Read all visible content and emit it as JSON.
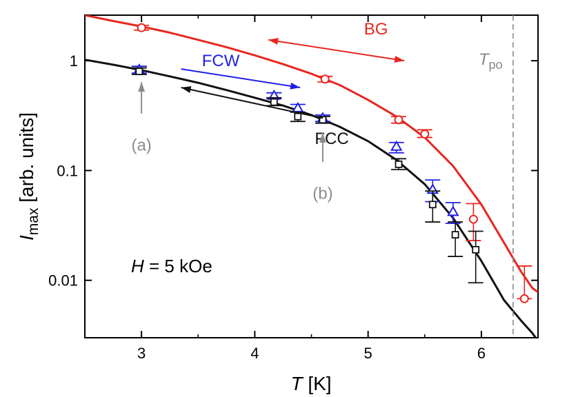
{
  "chart_data": {
    "type": "scatter",
    "xlabel": {
      "italic": "T",
      "rest": " [K]"
    },
    "ylabel": {
      "italic": "I",
      "sub": "max",
      "rest": " [arb. units]"
    },
    "xlim": [
      2.5,
      6.5
    ],
    "ylim": [
      0.003,
      2.6
    ],
    "yscale": "log",
    "grid": false,
    "x_ticks": [
      3,
      4,
      5,
      6
    ],
    "x_tick_labels": [
      "3",
      "4",
      "5",
      "6"
    ],
    "y_ticks": [
      0.01,
      0.1,
      1
    ],
    "y_tick_labels": [
      "0.01",
      "0.1",
      "1"
    ],
    "field_label": {
      "italic": "H",
      "rest": " = 5 kOe"
    },
    "tpo": {
      "x": 6.28,
      "label_main": "T",
      "label_sub": "po"
    },
    "series": [
      {
        "name": "BG",
        "color": "#e8261f",
        "marker": "circle",
        "points": [
          {
            "x": 3.0,
            "y": 2.0,
            "lo": 1.9,
            "hi": 2.1
          },
          {
            "x": 4.62,
            "y": 0.68,
            "lo": 0.64,
            "hi": 0.72
          },
          {
            "x": 5.27,
            "y": 0.29,
            "lo": 0.27,
            "hi": 0.31
          },
          {
            "x": 5.5,
            "y": 0.215,
            "lo": 0.2,
            "hi": 0.235
          },
          {
            "x": 5.93,
            "y": 0.036,
            "lo": 0.023,
            "hi": 0.05
          },
          {
            "x": 6.38,
            "y": 0.0068,
            "lo": 0.0068,
            "hi": 0.0135
          }
        ]
      },
      {
        "name": "FCW",
        "color": "#1e1ee6",
        "marker": "triangle",
        "points": [
          {
            "x": 2.98,
            "y": 0.83,
            "lo": 0.77,
            "hi": 0.89
          },
          {
            "x": 4.17,
            "y": 0.48,
            "lo": 0.45,
            "hi": 0.51
          },
          {
            "x": 4.38,
            "y": 0.37,
            "lo": 0.34,
            "hi": 0.4
          },
          {
            "x": 4.6,
            "y": 0.3,
            "lo": 0.28,
            "hi": 0.32
          },
          {
            "x": 5.25,
            "y": 0.165,
            "lo": 0.145,
            "hi": 0.18
          },
          {
            "x": 5.57,
            "y": 0.067,
            "lo": 0.052,
            "hi": 0.082
          },
          {
            "x": 5.75,
            "y": 0.042,
            "lo": 0.033,
            "hi": 0.051
          }
        ]
      },
      {
        "name": "FCC",
        "color": "#111111",
        "marker": "square",
        "points": [
          {
            "x": 2.98,
            "y": 0.8,
            "lo": 0.75,
            "hi": 0.86
          },
          {
            "x": 4.17,
            "y": 0.42,
            "lo": 0.39,
            "hi": 0.46
          },
          {
            "x": 4.38,
            "y": 0.31,
            "lo": 0.28,
            "hi": 0.34
          },
          {
            "x": 4.6,
            "y": 0.29,
            "lo": 0.27,
            "hi": 0.31
          },
          {
            "x": 5.27,
            "y": 0.114,
            "lo": 0.102,
            "hi": 0.128
          },
          {
            "x": 5.57,
            "y": 0.049,
            "lo": 0.034,
            "hi": 0.065
          },
          {
            "x": 5.77,
            "y": 0.026,
            "lo": 0.0165,
            "hi": 0.034
          },
          {
            "x": 5.95,
            "y": 0.019,
            "lo": 0.0095,
            "hi": 0.028
          }
        ]
      }
    ],
    "fits": [
      {
        "name": "BG fit",
        "color": "#e8261f",
        "x": [
          2.5,
          2.75,
          3.0,
          3.25,
          3.5,
          3.75,
          4.0,
          4.25,
          4.5,
          4.75,
          5.0,
          5.25,
          5.5,
          5.75,
          6.0,
          6.2,
          6.35,
          6.45,
          6.5
        ],
        "y": [
          2.6,
          2.3,
          2.05,
          1.8,
          1.55,
          1.33,
          1.12,
          0.93,
          0.76,
          0.6,
          0.44,
          0.31,
          0.2,
          0.11,
          0.049,
          0.022,
          0.012,
          0.0085,
          0.0078
        ]
      },
      {
        "name": "FCC fit",
        "color": "#111111",
        "x": [
          2.5,
          2.75,
          3.0,
          3.25,
          3.5,
          3.75,
          4.0,
          4.25,
          4.5,
          4.75,
          5.0,
          5.25,
          5.5,
          5.75,
          6.0,
          6.2,
          6.35,
          6.45,
          6.5
        ],
        "y": [
          1.02,
          0.92,
          0.82,
          0.72,
          0.63,
          0.54,
          0.46,
          0.39,
          0.32,
          0.25,
          0.185,
          0.125,
          0.075,
          0.037,
          0.015,
          0.0066,
          0.0043,
          0.0033,
          0.0028
        ]
      }
    ],
    "annotations": [
      {
        "id": "BG",
        "text": "BG",
        "color": "#e8261f",
        "tx": 5.07,
        "ty": 1.95,
        "arrow": {
          "x1": 4.12,
          "y1": 1.55,
          "x2": 5.32,
          "y2": 1.0,
          "double": true
        }
      },
      {
        "id": "FCW",
        "text": "FCW",
        "color": "#1e1ee6",
        "tx": 3.7,
        "ty": 1.0,
        "arrow": {
          "x1": 3.35,
          "y1": 0.84,
          "x2": 4.4,
          "y2": 0.57,
          "double": false
        }
      },
      {
        "id": "FCC",
        "text": "FCC",
        "color": "#111111",
        "tx": 4.68,
        "ty": 0.195,
        "arrow": {
          "x1": 4.6,
          "y1": 0.3,
          "x2": 3.35,
          "y2": 0.57,
          "double": false
        }
      },
      {
        "id": "a",
        "text": "(a)",
        "color": "#8c8c8c",
        "tx": 3.0,
        "ty": 0.17,
        "arrow": {
          "x1": 3.0,
          "y1": 0.33,
          "x2": 3.0,
          "y2": 0.64,
          "double": false
        }
      },
      {
        "id": "b",
        "text": "(b)",
        "color": "#8c8c8c",
        "tx": 4.6,
        "ty": 0.062,
        "arrow": {
          "x1": 4.6,
          "y1": 0.12,
          "x2": 4.6,
          "y2": 0.22,
          "double": false
        }
      }
    ]
  }
}
